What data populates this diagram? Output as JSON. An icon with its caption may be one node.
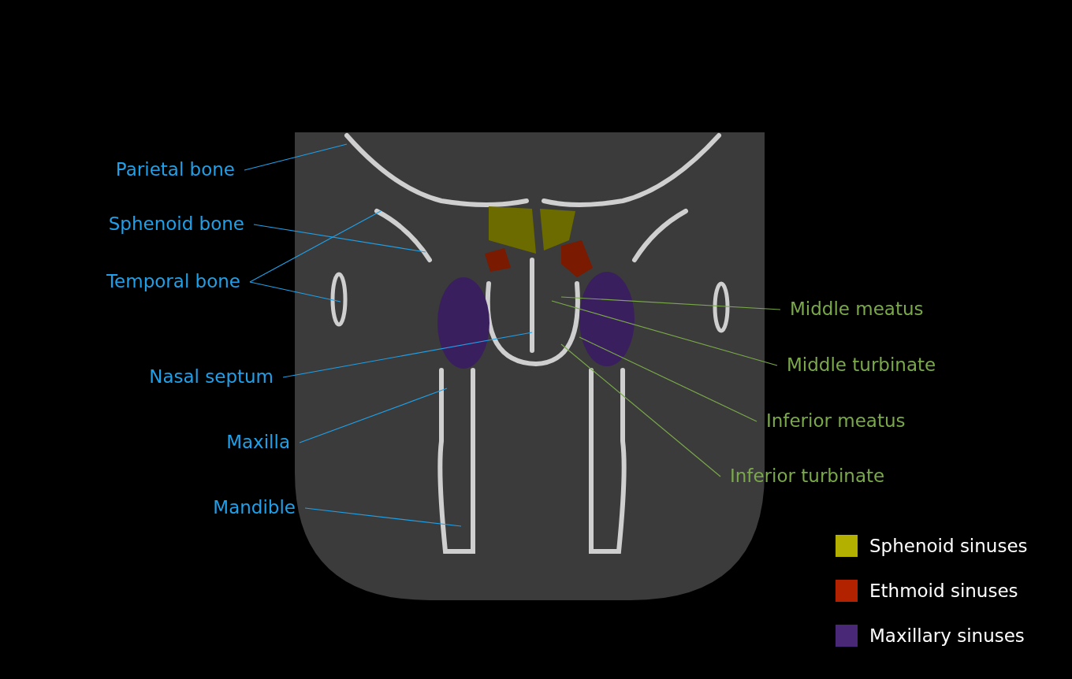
{
  "diagram": {
    "nodes": [
      {
        "text": [
          "Parietal bone"
        ]
      },
      {
        "text": [
          "Sphenoid bone"
        ]
      },
      {
        "text": [
          "Temporal bone"
        ]
      },
      {
        "text": [
          "Nasal septum"
        ]
      },
      {
        "text": [
          "Maxilla"
        ]
      },
      {
        "text": [
          "Mandible"
        ]
      },
      {
        "text": [
          "Middle meatus"
        ]
      },
      {
        "text": [
          "Middle turbinate"
        ]
      },
      {
        "text": [
          "Inferior meatus"
        ]
      },
      {
        "text": [
          "Inferior turbinate"
        ]
      }
    ],
    "edges": [
      {
        "from": 0,
        "to": null,
        "arrow": "none"
      },
      {
        "from": 1,
        "to": null,
        "arrow": "none"
      },
      {
        "from": 2,
        "to": null,
        "arrow": "none"
      },
      {
        "from": 2,
        "to": null,
        "arrow": "none"
      },
      {
        "from": 3,
        "to": null,
        "arrow": "none"
      },
      {
        "from": 4,
        "to": null,
        "arrow": "none"
      },
      {
        "from": 5,
        "to": null,
        "arrow": "none"
      },
      {
        "from": 6,
        "to": null,
        "arrow": "none",
        "color": "#7aa84a"
      },
      {
        "from": 7,
        "to": null,
        "arrow": "none",
        "color": "#7aa84a"
      },
      {
        "from": 8,
        "to": null,
        "arrow": "none",
        "color": "#7aa84a"
      },
      {
        "from": 9,
        "to": null,
        "arrow": "none",
        "color": "#7aa84a"
      }
    ],
    "legend": [
      {
        "text": "Sphenoid sinuses",
        "color": "#b3b000"
      },
      {
        "text": "Ethmoid sinuses",
        "color": "#b32200"
      },
      {
        "text": "Maxillary sinuses",
        "color": "#4a2878"
      }
    ]
  }
}
